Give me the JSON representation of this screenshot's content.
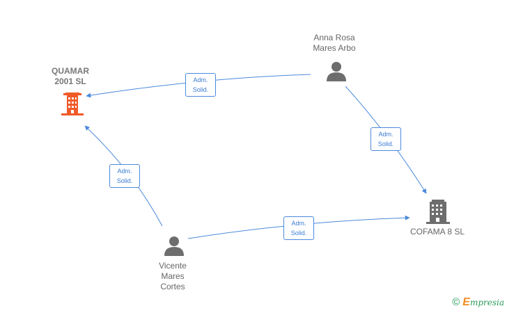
{
  "nodes": {
    "quamar": {
      "line1": "QUAMAR",
      "line2": "2001  SL",
      "color": "#f05a28"
    },
    "cofama": {
      "line1": "COFAMA 8  SL",
      "color": "#6d6d6d"
    },
    "anna": {
      "line1": "Anna Rosa",
      "line2": "Mares Arbo"
    },
    "vicente": {
      "line1": "Vicente",
      "line2": "Mares",
      "line3": "Cortes"
    }
  },
  "edges": [
    {
      "from": "anna",
      "to": "quamar",
      "line1": "Adm.",
      "line2": "Solid."
    },
    {
      "from": "anna",
      "to": "cofama",
      "line1": "Adm.",
      "line2": "Solid."
    },
    {
      "from": "vicente",
      "to": "quamar",
      "line1": "Adm.",
      "line2": "Solid."
    },
    {
      "from": "vicente",
      "to": "cofama",
      "line1": "Adm.",
      "line2": "Solid."
    }
  ],
  "colors": {
    "edge": "#4a89dc",
    "person": "#6d6d6d"
  },
  "footer": {
    "copyright": "©",
    "brand_initial": "E",
    "brand_rest": "mpresia"
  }
}
